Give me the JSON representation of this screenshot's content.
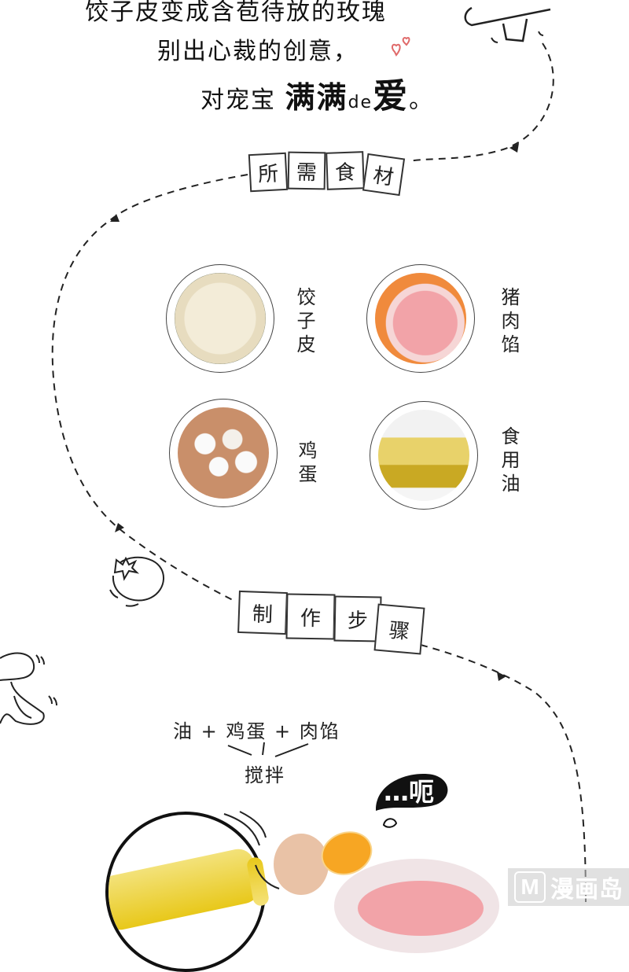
{
  "intro": {
    "line1": "饺子皮变成含苞待放的玫瑰",
    "line2": "别出心裁的创意，",
    "line3_prefix": "对宠宝",
    "line3_emphasis": "满满",
    "line3_small": "de",
    "line3_love": "爱",
    "line3_end": "。"
  },
  "section_ingredients": {
    "title_chars": [
      "所",
      "需",
      "食",
      "材"
    ]
  },
  "ingredients": [
    {
      "label": "饺子皮",
      "image": "dumpling-wrappers-photo"
    },
    {
      "label": "猪肉馅",
      "image": "minced-pork-photo"
    },
    {
      "label": "鸡蛋",
      "image": "eggs-photo"
    },
    {
      "label": "食用油",
      "image": "cooking-oil-photo"
    }
  ],
  "section_steps": {
    "title_chars": [
      "制",
      "作",
      "步",
      "骤"
    ]
  },
  "step1": {
    "ingredients_line": "油 + 鸡蛋 + 肉馅",
    "action": "搅拌",
    "speech_bubble": "…呃"
  },
  "watermark": {
    "logo": "M",
    "text": "漫画岛"
  },
  "colors": {
    "line": "#222222",
    "heart": "#e06a6a",
    "oil": "#e8c81a",
    "yolk": "#f7a623",
    "pork": "#f2a3a8",
    "egg_shell": "#e9c2a6",
    "watermark_bg": "#c8c8c8"
  }
}
